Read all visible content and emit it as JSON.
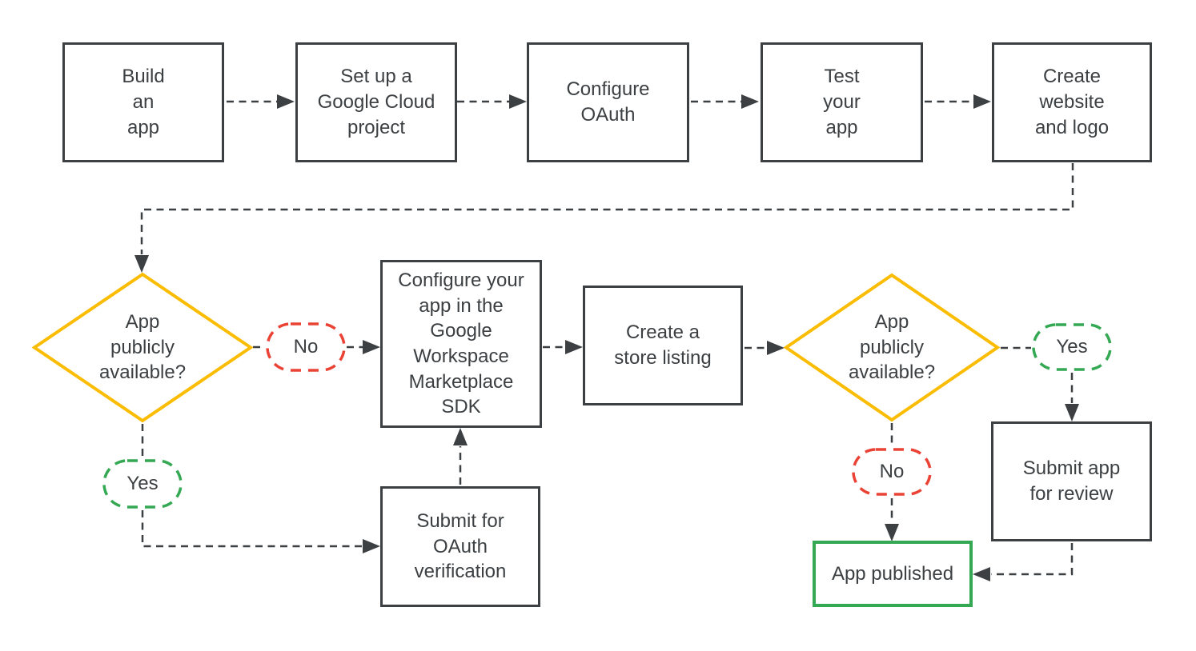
{
  "nodes": {
    "build_app": "Build\nan\napp",
    "setup_project": "Set up a\nGoogle Cloud\nproject",
    "configure_oauth": "Configure\nOAuth",
    "test_app": "Test\nyour\napp",
    "create_website": "Create\nwebsite\nand logo",
    "decision_left": "App\npublicly\navailable?",
    "branch_no_left": "No",
    "branch_yes_left": "Yes",
    "configure_sdk": "Configure your\napp in the\nGoogle\nWorkspace\nMarketplace\nSDK",
    "submit_oauth": "Submit for\nOAuth\nverification",
    "create_listing": "Create a\nstore listing",
    "decision_right": "App\npublicly\navailable?",
    "branch_yes_right": "Yes",
    "branch_no_right": "No",
    "submit_review": "Submit app\nfor review",
    "app_published": "App published"
  },
  "colors": {
    "ink": "#3c4043",
    "decision_outline": "#fbbc04",
    "no_outline": "#ea4335",
    "yes_outline": "#34a853",
    "published_outline": "#34a853",
    "background": "#ffffff"
  }
}
